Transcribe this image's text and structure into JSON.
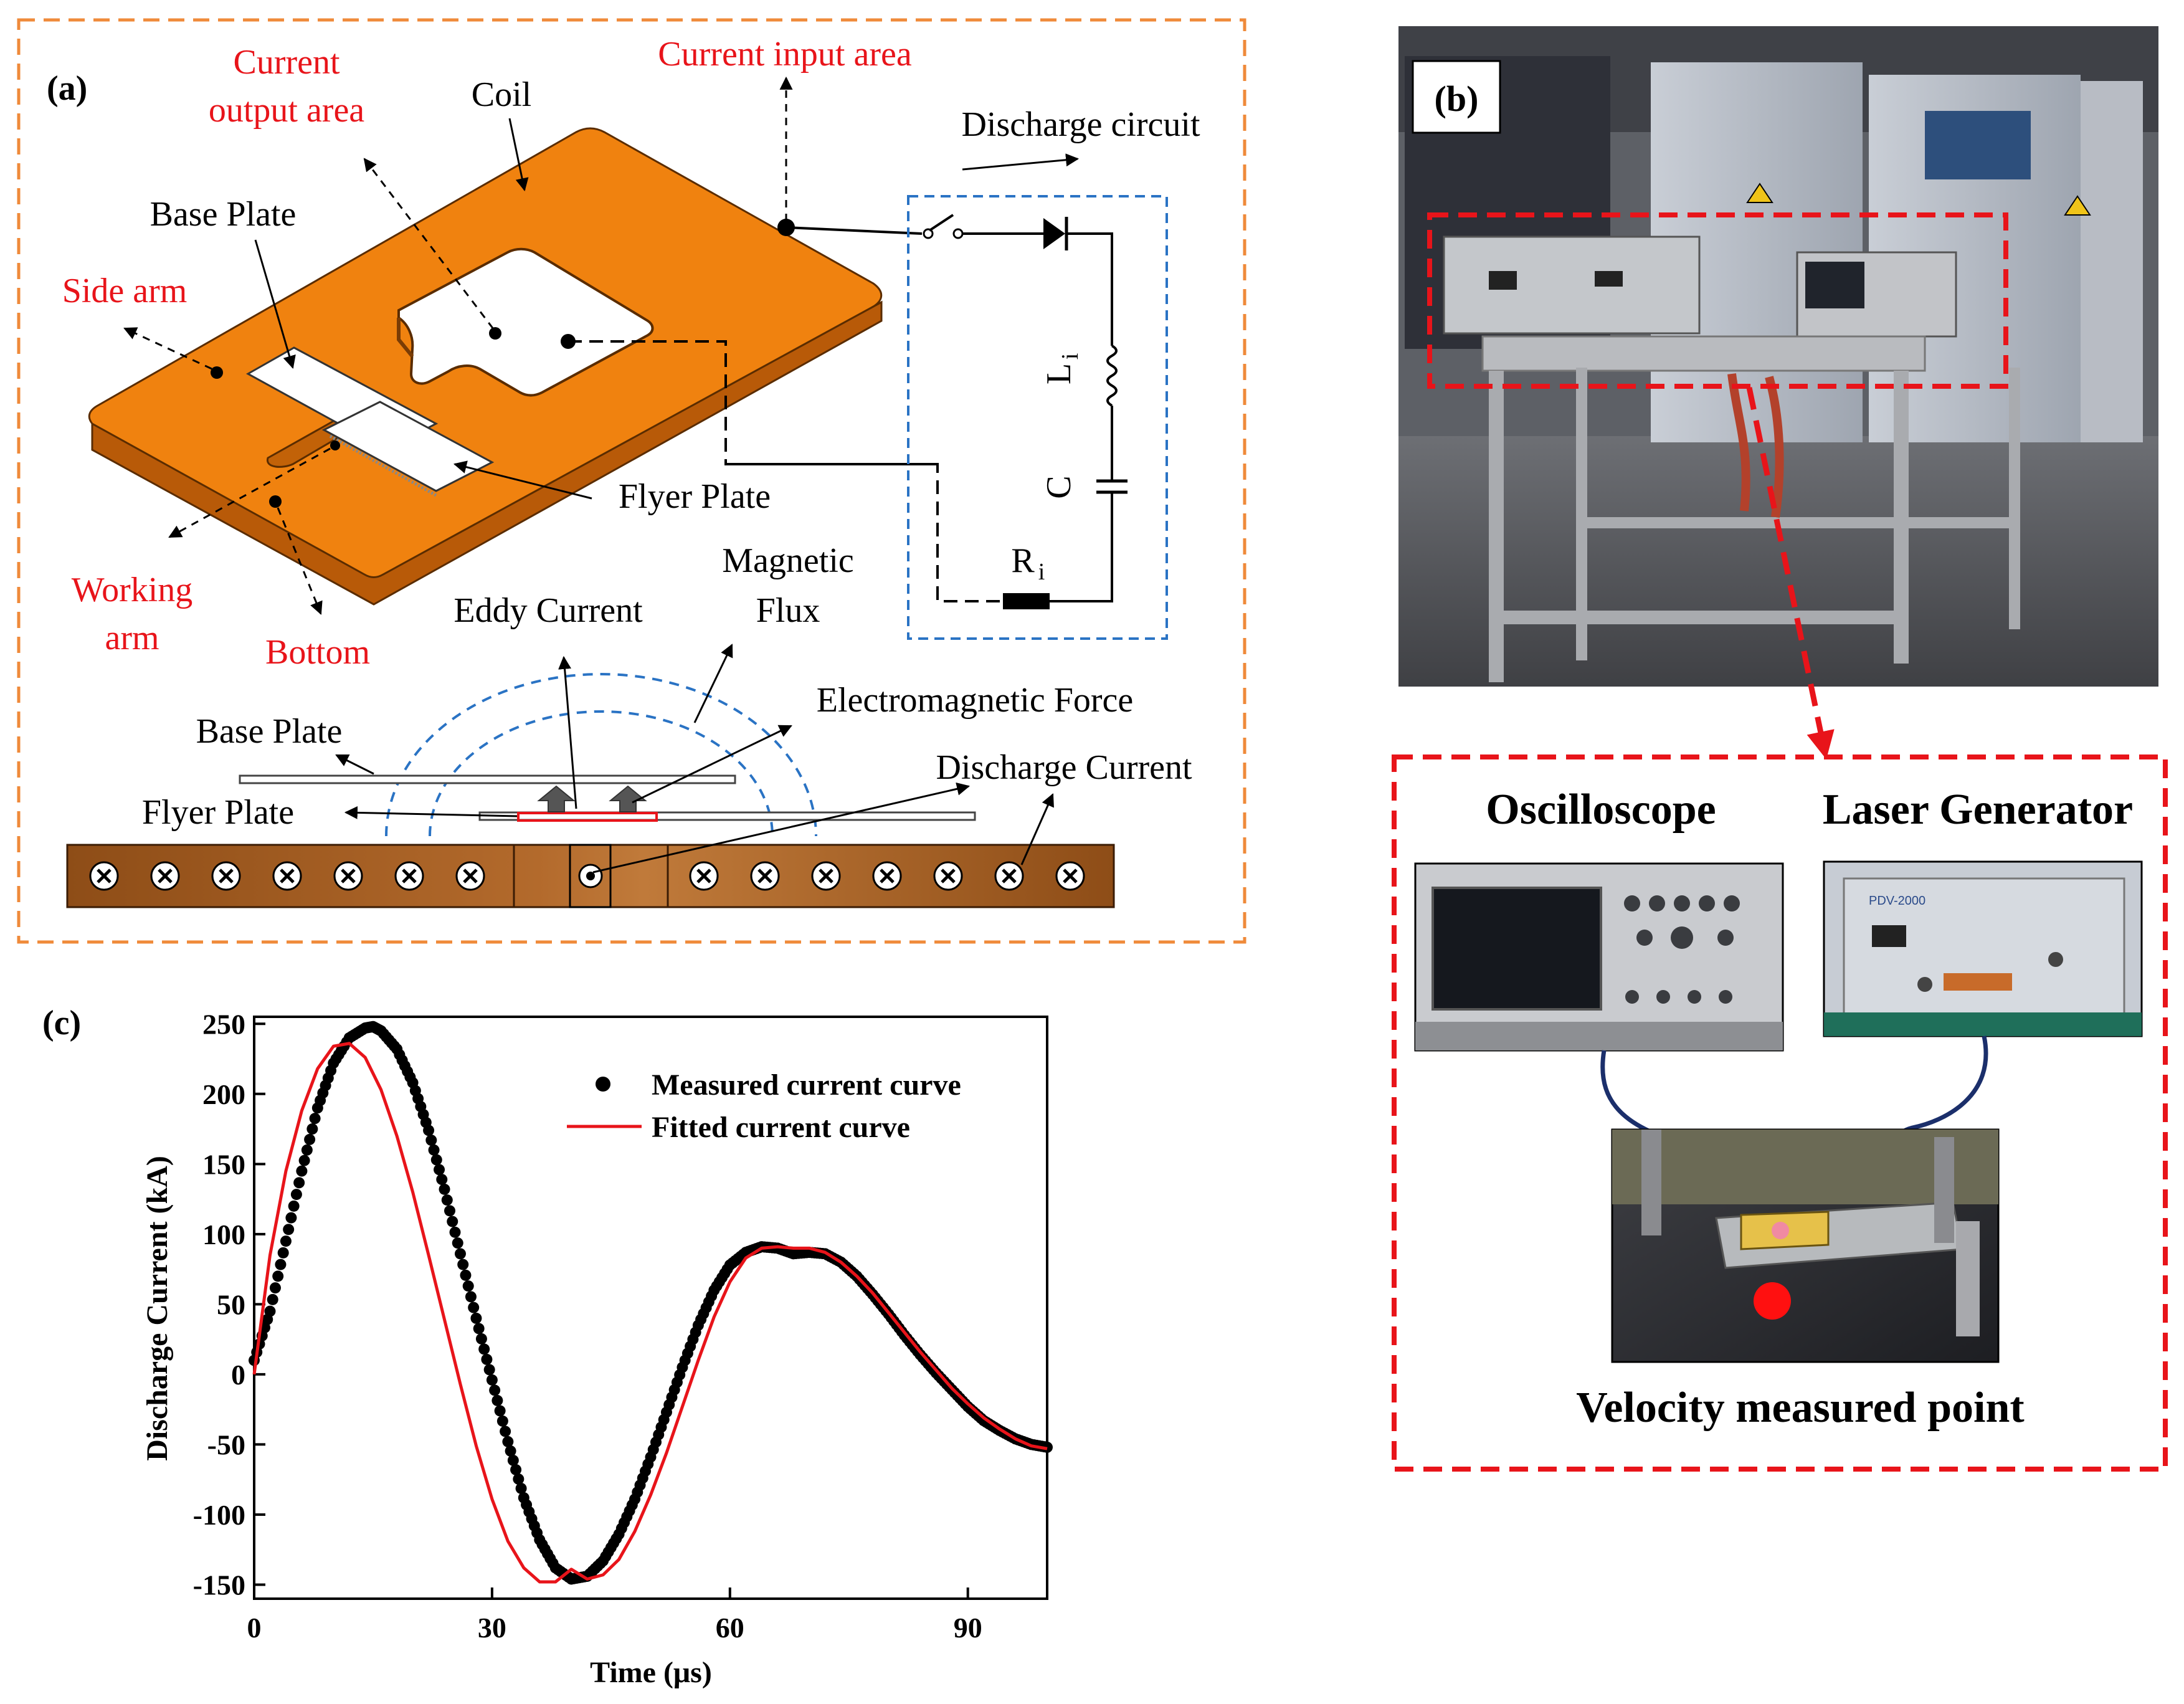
{
  "panel_a": {
    "label": "(a)",
    "current_output_area": [
      "Current",
      "output area"
    ],
    "current_input_area": "Current input area",
    "coil": "Coil",
    "discharge_circuit": "Discharge circuit",
    "base_plate_top": "Base Plate",
    "side_arm": "Side arm",
    "flyer_plate": "Flyer Plate",
    "working_arm": [
      "Working",
      "arm"
    ],
    "bottom": "Bottom",
    "eddy_current": "Eddy Current",
    "magnetic_flux": [
      "Magnetic",
      "Flux"
    ],
    "electromagnetic_force": "Electromagnetic Force",
    "base_plate_section": "Base Plate",
    "discharge_current": "Discharge Current",
    "flyer_plate_section": "Flyer Plate",
    "inductor_label": "L",
    "inductor_sub": "i",
    "capacitor_label": "C",
    "resistor_label": "R",
    "resistor_sub": "i"
  },
  "panel_b": {
    "label": "(b)",
    "oscilloscope": "Oscilloscope",
    "laser_generator": "Laser Generator",
    "velocity_point": "Velocity measured point",
    "laser_panel_text": "PDV-2000"
  },
  "panel_c": {
    "label": "(c)"
  },
  "colors": {
    "coil": "#f0820f",
    "coil_side": "#b85a08",
    "coil_dark": "#7a3c05",
    "red_text": "#e8141a",
    "orange_border": "#ef8a3a",
    "blue_dashed": "#2a73c4",
    "red_dashed": "#e8141a",
    "fitted_curve": "#e8141a",
    "measured_points": "#000000",
    "section_brown": "#a65e22"
  },
  "chart_data": {
    "type": "scatter",
    "title": "",
    "xlabel": "Time (μs)",
    "ylabel": "Discharge Current (kA)",
    "xlim": [
      0,
      100
    ],
    "ylim": [
      -160,
      255
    ],
    "xticks": [
      0,
      30,
      60,
      90
    ],
    "yticks": [
      250,
      200,
      150,
      100,
      50,
      0,
      -50,
      -100,
      -150
    ],
    "grid": false,
    "legend_position": "top-right",
    "series": [
      {
        "name": "Measured current curve",
        "style": "markers",
        "x": [
          0,
          2,
          4,
          6,
          8,
          10,
          12,
          14,
          15,
          16,
          18,
          20,
          22,
          24,
          26,
          28,
          30,
          32,
          34,
          36,
          38,
          40,
          42,
          44,
          46,
          48,
          50,
          52,
          54,
          56,
          58,
          60,
          62,
          64,
          66,
          68,
          70,
          72,
          74,
          76,
          78,
          80,
          82,
          84,
          86,
          88,
          90,
          92,
          94,
          96,
          98,
          100
        ],
        "y": [
          10,
          45,
          95,
          145,
          190,
          222,
          240,
          247,
          248,
          245,
          232,
          208,
          174,
          132,
          86,
          40,
          -4,
          -48,
          -88,
          -118,
          -138,
          -146,
          -144,
          -133,
          -114,
          -89,
          -59,
          -27,
          5,
          35,
          60,
          78,
          87,
          91,
          90,
          86,
          87,
          86,
          80,
          70,
          57,
          43,
          28,
          14,
          1,
          -11,
          -23,
          -33,
          -40,
          -46,
          -50,
          -52
        ]
      },
      {
        "name": "Fitted current curve",
        "style": "line",
        "x": [
          0,
          2,
          4,
          6,
          8,
          10,
          12,
          14,
          16,
          18,
          20,
          22,
          24,
          26,
          28,
          30,
          32,
          34,
          36,
          38,
          40,
          42,
          44,
          46,
          48,
          50,
          52,
          54,
          56,
          58,
          60,
          62,
          64,
          66,
          68,
          70,
          72,
          74,
          76,
          78,
          80,
          82,
          84,
          86,
          88,
          90,
          92,
          94,
          96,
          98,
          100
        ],
        "y": [
          0,
          85,
          145,
          188,
          218,
          234,
          236,
          226,
          203,
          170,
          130,
          85,
          39,
          -7,
          -51,
          -89,
          -119,
          -138,
          -148,
          -148,
          -139,
          -146,
          -143,
          -132,
          -112,
          -86,
          -56,
          -23,
          10,
          41,
          66,
          83,
          90,
          91,
          90,
          90,
          87,
          80,
          70,
          58,
          44,
          30,
          16,
          3,
          -10,
          -21,
          -31,
          -39,
          -46,
          -51,
          -53
        ]
      }
    ]
  }
}
